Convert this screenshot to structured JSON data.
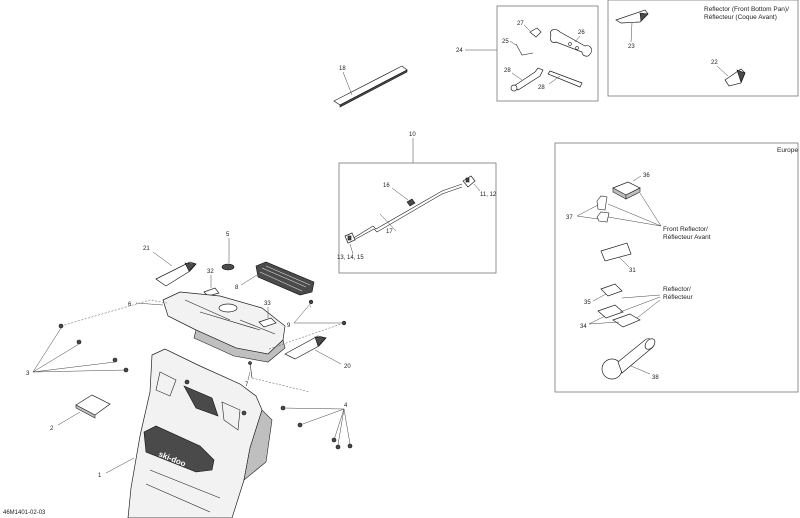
{
  "diagram_code": "46M1401-02-03",
  "boxes": {
    "reflector_box": {
      "title_line1": "Reflector (Front Bottom Pan)/",
      "title_line2": "Réflecteur (Coque Avant)"
    },
    "europe_box": {
      "title": "Europe",
      "front_reflector_line1": "Front Reflector/",
      "front_reflector_line2": "Réflecteur Avant",
      "reflector_line1": "Reflector/",
      "reflector_line2": "Réflecteur"
    }
  },
  "callouts": {
    "c1": "1",
    "c2": "2",
    "c3": "3",
    "c4": "4",
    "c5": "5",
    "c6": "6",
    "c7": "7",
    "c8": "8",
    "c9": "9",
    "c10": "10",
    "c11": "11, 12",
    "c13": "13, 14, 15",
    "c16": "16",
    "c17": "17",
    "c18": "18",
    "c20": "20",
    "c21": "21",
    "c22": "22",
    "c23": "23",
    "c24": "24",
    "c25": "25",
    "c26": "26",
    "c27": "27",
    "c28a": "28",
    "c28b": "28",
    "c31": "31",
    "c32": "32",
    "c33": "33",
    "c34": "34",
    "c35": "35",
    "c36": "36",
    "c37": "37",
    "c38": "38"
  },
  "parts": {
    "front_bottom_pan": "front-bottom-pan",
    "logo": "ski-doo"
  }
}
